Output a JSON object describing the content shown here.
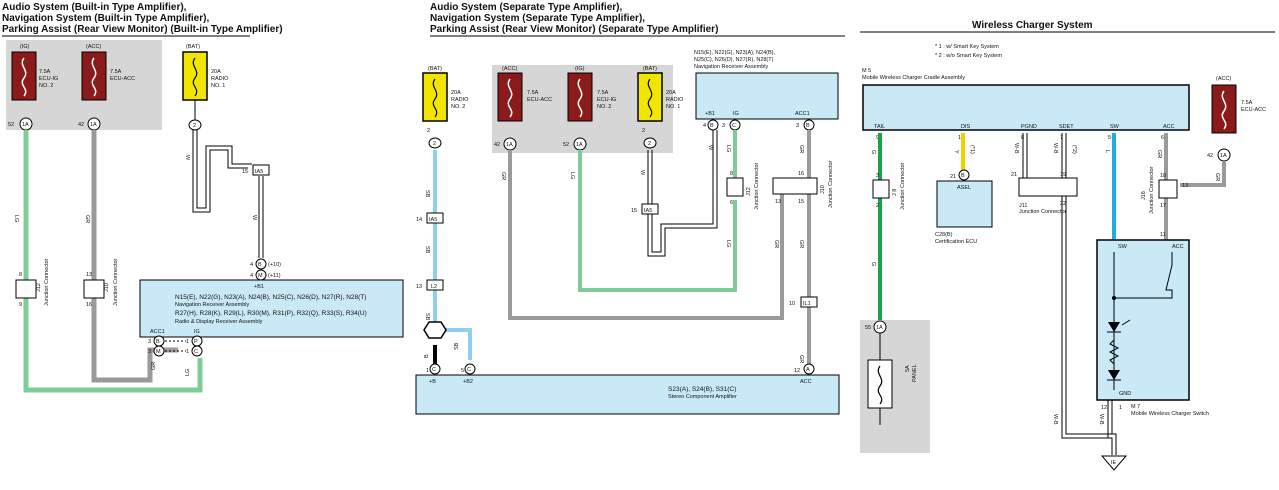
{
  "panels": {
    "left": {
      "title_lines": [
        "Audio System (Built-in Type Amplifier),",
        "Navigation System (Built-in Type Amplifier),",
        "Parking Assist (Rear View Monitor) (Built-in Type Amplifier)"
      ],
      "fuses": [
        {
          "tag": "(IG)",
          "rating": "7.5A",
          "name": "ECU-IG",
          "name2": "NO. 2",
          "pin": "52",
          "conn": "1A",
          "color": "#8b1a1a"
        },
        {
          "tag": "(ACC)",
          "rating": "7.5A",
          "name": "ECU-ACC",
          "name2": "",
          "pin": "42",
          "conn": "1A",
          "color": "#8b1a1a"
        },
        {
          "tag": "(BAT)",
          "rating": "20A",
          "name": "RADIO",
          "name2": "NO. 1",
          "pin": "",
          "conn": "2",
          "color": "#f2e600"
        }
      ],
      "wires": {
        "lg": "LG",
        "gr": "GR",
        "w": "W"
      },
      "connectors": {
        "ia5_pin": "15",
        "ia5": "IA5",
        "j12": "J12",
        "j12_label": "Junction Connector",
        "j12_pins": [
          "8",
          "9"
        ],
        "j10": "J10",
        "j10_label": "Junction Connector",
        "j10_pins": [
          "13",
          "16"
        ]
      },
      "unit": {
        "pins_top": [
          "4",
          "4"
        ],
        "conn_top": [
          "B",
          "M"
        ],
        "notes_top": [
          "(+10)",
          "(+11)"
        ],
        "b1": "+B1",
        "line1": "N15(E), N22(G), N23(A), N24(B), N25(C), N26(D), N27(R), N28(T)",
        "line2": "Navigation Receiver Assembly",
        "line3": "R27(H), R28(K), R29(L), R30(M), R31(P), R32(Q), R33(S), R34(U)",
        "line4": "Radio & Display Receiver Assembly",
        "acc1": "ACC1",
        "ig": "IG",
        "left_pins": [
          "3",
          "3"
        ],
        "left_conn": [
          "B",
          "M"
        ],
        "right_pins": [
          "1",
          "1"
        ],
        "right_conn": [
          "P",
          "C"
        ]
      }
    },
    "middle": {
      "title_lines": [
        "Audio System (Separate Type Amplifier),",
        "Navigation System (Separate Type Amplifier),",
        "Parking Assist (Rear View Monitor) (Separate Type Amplifier)"
      ],
      "fuses": [
        {
          "tag": "(BAT)",
          "rating": "20A",
          "name": "RADIO",
          "name2": "NO. 2",
          "pin": "2",
          "conn": "2",
          "color": "#f2e600"
        },
        {
          "tag": "(ACC)",
          "rating": "7.5A",
          "name": "ECU-ACC",
          "name2": "",
          "pin": "42",
          "conn": "1A",
          "color": "#8b1a1a"
        },
        {
          "tag": "(IG)",
          "rating": "7.5A",
          "name": "ECU-IG",
          "name2": "NO. 2",
          "pin": "52",
          "conn": "1A",
          "color": "#8b1a1a"
        },
        {
          "tag": "(BAT)",
          "rating": "20A",
          "name": "RADIO",
          "name2": "NO. 1",
          "pin": "2",
          "conn": "2",
          "color": "#f2e600"
        }
      ],
      "nav": {
        "line1": "N15(E), N22(G), N23(A), N24(B),",
        "line2": "N25(C), N26(D), N27(R), N28(T)",
        "line3": "Navigation Receiver Assembly",
        "b1": "+B1",
        "ig": "IG",
        "acc1": "ACC1",
        "pins": [
          "4",
          "3",
          "3"
        ],
        "conns": [
          "B",
          "C",
          "B"
        ]
      },
      "wires": {
        "sb": "SB",
        "gr": "GR",
        "lg": "LG",
        "w": "W",
        "b": "B"
      },
      "connectors": {
        "ia5": "IA5",
        "ia5_pin": "14",
        "ia5b_pin": "15",
        "l2": "L2",
        "l2_pin": "13",
        "il1": "IL1",
        "il1_pin": "10",
        "j12": "J12",
        "j10": "J10",
        "jc_label": "Junction Connector",
        "j12_pins": [
          "8",
          "6"
        ],
        "j10_pins": [
          "16",
          "13",
          "15"
        ]
      },
      "amp": {
        "line1": "S23(A), S24(B), S31(C)",
        "line2": "Stereo Component Amplifier",
        "b": "+B",
        "b2": "+B2",
        "acc": "ACC",
        "pins": [
          "1",
          "5",
          "12"
        ],
        "conns": [
          "C",
          "C",
          "A"
        ]
      }
    },
    "right": {
      "title": "Wireless Charger System",
      "notes": [
        "* 1 : w/ Smart Key System",
        "* 2 : w/o Smart Key System"
      ],
      "m5_code": "M 5",
      "m5_name": "Mobile Wireless Charger Cradle Assembly",
      "terminals": [
        "TAIL",
        "DIS",
        "PGND",
        "SDET",
        "SW",
        "ACC"
      ],
      "terminal_pins": [
        "9",
        "10",
        "8",
        "7",
        "5",
        "6"
      ],
      "fuse": {
        "tag": "(ACC)",
        "rating": "7.5A",
        "name": "ECU-ACC",
        "pin": "42",
        "conn": "1A",
        "color": "#8b1a1a"
      },
      "c28": {
        "pin": "21",
        "conn": "B",
        "term": "ASEL",
        "code": "C28(B)",
        "name": "Certification ECU"
      },
      "j11": {
        "code": "J11",
        "label": "Junction Connector",
        "pins": [
          "21",
          "19",
          "22"
        ]
      },
      "j8": {
        "code": "J 8",
        "label": "Junction Connector",
        "pins": [
          "3",
          "2"
        ]
      },
      "j16": {
        "code": "J16",
        "label": "Junction Connector",
        "pins": [
          "18",
          "13",
          "17",
          "11"
        ]
      },
      "panel": {
        "pin": "55",
        "conn": "1A",
        "rating": "5A",
        "name": "PANEL"
      },
      "m7": {
        "code": "M 7",
        "name": "Mobile Wireless Charger Switch",
        "sw": "SW",
        "acc": "ACC",
        "gnd": "GND",
        "pins": [
          "12",
          "1"
        ]
      },
      "wires": {
        "g": "G",
        "y": "Y",
        "wb": "W-B",
        "l": "L",
        "gr": "GR"
      },
      "star1": "(*1)",
      "star2": "(*2)",
      "ground": "IE"
    }
  },
  "colors": {
    "lg": "#7fcc96",
    "gr": "#9a9a9a",
    "sb": "#8fd0ee",
    "g": "#17a34a",
    "y": "#f4d000",
    "l": "#1eaee6",
    "box": "#c9e9f7",
    "shade": "#d6d6d6",
    "red_fuse": "#8b1a1a",
    "yellow_fuse": "#f2e600"
  }
}
